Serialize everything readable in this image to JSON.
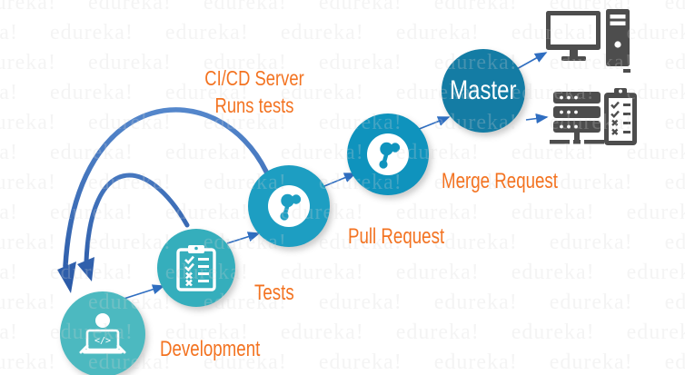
{
  "diagram": {
    "watermark": "edureka!",
    "note": {
      "line1": "CI/CD Server",
      "line2": "Runs tests"
    },
    "colors": {
      "label_orange": "#f37321",
      "arrow_blue": "#2f6ec1",
      "arc_blue_light": "#5c8fd2",
      "arc_blue_dark": "#2857a5",
      "icon_gray": "#4d4d4d"
    },
    "nodes": [
      {
        "id": "development",
        "label": "Development",
        "color": "#4cb9c0",
        "icon": "developer-at-laptop",
        "code_glyph": "</>"
      },
      {
        "id": "tests",
        "label": "Tests",
        "color": "#35aebc",
        "icon": "checklist-clipboard"
      },
      {
        "id": "pull-request",
        "label": "Pull Request",
        "color": "#1d9ec2",
        "icon": "branch"
      },
      {
        "id": "merge-request",
        "label": "Merge Request",
        "color": "#0f93bd",
        "icon": "branch"
      },
      {
        "id": "master",
        "label": "Master",
        "color": "#147ca4"
      }
    ],
    "endpoints": [
      {
        "id": "workstation",
        "icon": "desktop-workstation"
      },
      {
        "id": "deployment",
        "icon": "servers-and-checklist"
      }
    ]
  }
}
